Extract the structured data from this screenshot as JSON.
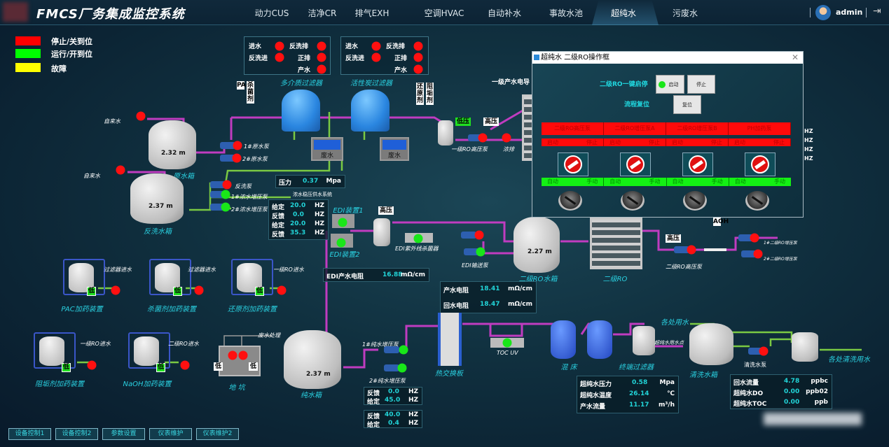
{
  "header": {
    "title": "FMCS厂务集成监控系统",
    "nav": [
      "动力CUS",
      "洁净CR",
      "排气EXH",
      "空调HVAC",
      "自动补水",
      "事故水池",
      "超纯水",
      "污废水"
    ],
    "active_nav": "超纯水",
    "user": "admin"
  },
  "legend": [
    {
      "label": "停止/关到位",
      "color": "#ff0000"
    },
    {
      "label": "运行/开到位",
      "color": "#00ff00"
    },
    {
      "label": "故障",
      "color": "#ffff00"
    }
  ],
  "filters": [
    {
      "name": "多介质过滤器",
      "indicators": {
        "in": "进水",
        "bw_in": "反洗进",
        "bw_out": "反洗排",
        "fwd": "正排",
        "prod": "产水"
      }
    },
    {
      "name": "活性炭过滤器",
      "indicators": {
        "in": "进水",
        "bw_in": "反洗进",
        "bw_out": "反洗排",
        "fwd": "正排",
        "prod": "产水"
      }
    }
  ],
  "chem_tags": {
    "pac": "PAC",
    "bactericide": "杀菌剂",
    "reductant": "还原剂",
    "antiscalant": "阻垢剂",
    "aoh": "AOH"
  },
  "tanks": {
    "raw": {
      "label": "原水箱",
      "level": "2.32 m",
      "source": "自来水"
    },
    "backwash": {
      "label": "反洗水箱",
      "level": "2.37 m",
      "source": "自来水"
    },
    "ro2": {
      "label": "二级RO水箱",
      "level": "2.27 m"
    },
    "pure": {
      "label": "纯水箱",
      "level": "2.37 m"
    },
    "clean": {
      "label": "清洗水箱"
    }
  },
  "pumps": {
    "raw1": "1#原水泵",
    "raw2": "2#原水泵",
    "backwash": "反洗泵",
    "conc1": "1#浓水增压泵",
    "conc2": "2#浓水增压泵",
    "conc_system": "浓水稳压供水系统",
    "ro1_hp": "一级RO高压泵",
    "conc_drain": "浓排",
    "edi_feed": "EDI输送泵",
    "ro2_hp": "二级RO高压泵",
    "ro2_boost1": "1#二级RO增压泵",
    "ro2_boost2": "2#二级RO增压泵",
    "pure1": "1#纯水增压泵",
    "pure2": "2#纯水增压泵",
    "clean": "清洗水泵"
  },
  "waste": "废水",
  "tags": {
    "low": "低压",
    "high": "高压",
    "low_short": "低"
  },
  "pressure": {
    "label": "压力",
    "value": "0.37",
    "unit": "Mpa"
  },
  "conc_freq": [
    {
      "k": "给定",
      "v": "20.0",
      "u": "HZ"
    },
    {
      "k": "反馈",
      "v": "0.0",
      "u": "HZ"
    },
    {
      "k": "给定",
      "v": "20.0",
      "u": "HZ"
    },
    {
      "k": "反馈",
      "v": "35.3",
      "u": "HZ"
    }
  ],
  "ro1_conductivity": "一级产水电导",
  "edi": {
    "unit1": "EDI装置1",
    "unit2": "EDI装置2",
    "uv": "EDI紫外线杀菌器",
    "resist_label": "EDI产水电阻",
    "resist_value": "16.88",
    "resist_unit": "mΩ/cm"
  },
  "ro2": {
    "label": "二级RO"
  },
  "resistivity": [
    {
      "k": "产水电阻",
      "v": "18.41",
      "u": "mΩ/cm"
    },
    {
      "k": "回水电阻",
      "v": "18.47",
      "u": "mΩ/cm"
    }
  ],
  "dosing": [
    {
      "name": "PAC加药装置",
      "feed": "过滤器进水"
    },
    {
      "name": "杀菌剂加药装置",
      "feed": "过滤器进水"
    },
    {
      "name": "还原剂加药装置",
      "feed": "一级RO进水"
    },
    {
      "name": "阻垢剂加药装置",
      "feed": "一级RO进水"
    },
    {
      "name": "NaOH加药装置",
      "feed": "二级RO进水"
    }
  ],
  "pit": {
    "label": "地 坑",
    "treat": "废水处理"
  },
  "pure_freq": [
    [
      {
        "k": "反馈",
        "v": "0.0",
        "u": "HZ"
      },
      {
        "k": "给定",
        "v": "45.0",
        "u": "HZ"
      }
    ],
    [
      {
        "k": "反馈",
        "v": "40.0",
        "u": "HZ"
      },
      {
        "k": "给定",
        "v": "0.4",
        "u": "HZ"
      }
    ]
  ],
  "polish": {
    "hx": "热交换板",
    "toc": "TOC UV",
    "mixed_bed": "混 床",
    "final_filter": "终端过滤器",
    "use_point": "超纯水用水点",
    "use_all": "各处用水",
    "clean_use": "各处清洗用水"
  },
  "up_info": [
    {
      "k": "超纯水压力",
      "v": "0.58",
      "u": "Mpa"
    },
    {
      "k": "超纯水温度",
      "v": "26.14",
      "u": "℃"
    },
    {
      "k": "产水流量",
      "v": "11.17",
      "u": "m³/h"
    }
  ],
  "up_info2": [
    {
      "k": "回水流量",
      "v": "4.78",
      "u": "ppbc"
    },
    {
      "k": "超纯水DO",
      "v": "0.00",
      "u": "ppb02"
    },
    {
      "k": "超纯水TOC",
      "v": "0.00",
      "u": "ppb"
    }
  ],
  "right_units": [
    "HZ",
    "HZ",
    "HZ",
    "HZ"
  ],
  "dialog": {
    "title": "超纯水  二级RO操作框",
    "oneclick": "二级RO一键启停",
    "start": "启动",
    "stop": "停止",
    "reset_label": "流程复位",
    "reset": "复位",
    "pumps": [
      "二级RO高压泵",
      "二级RO增压泵A",
      "二级RO增压泵B",
      "PH加药泵"
    ],
    "run_start": "启动",
    "run_stop": "停止",
    "auto": "自动",
    "manual": "手动"
  },
  "buttons": [
    "设备控制1",
    "设备控制2",
    "参数设置",
    "仪表维护",
    "仪表维护2"
  ]
}
